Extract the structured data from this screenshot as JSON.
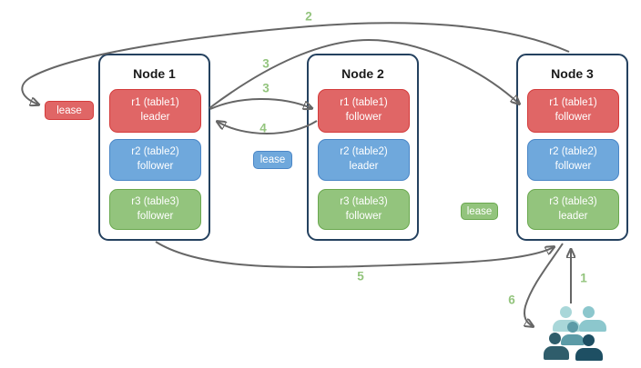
{
  "nodes": [
    {
      "title": "Node 1",
      "replicas": [
        {
          "range": "r1 (table1)",
          "role": "leader",
          "color_name": "red"
        },
        {
          "range": "r2 (table2)",
          "role": "follower",
          "color_name": "blue"
        },
        {
          "range": "r3 (table3)",
          "role": "follower",
          "color_name": "green"
        }
      ]
    },
    {
      "title": "Node 2",
      "replicas": [
        {
          "range": "r1 (table1)",
          "role": "follower",
          "color_name": "red"
        },
        {
          "range": "r2 (table2)",
          "role": "leader",
          "color_name": "blue"
        },
        {
          "range": "r3 (table3)",
          "role": "follower",
          "color_name": "green"
        }
      ]
    },
    {
      "title": "Node 3",
      "replicas": [
        {
          "range": "r1 (table1)",
          "role": "follower",
          "color_name": "red"
        },
        {
          "range": "r2 (table2)",
          "role": "follower",
          "color_name": "blue"
        },
        {
          "range": "r3 (table3)",
          "role": "leader",
          "color_name": "green"
        }
      ]
    }
  ],
  "leases": [
    {
      "label": "lease",
      "color_name": "red"
    },
    {
      "label": "lease",
      "color_name": "blue"
    },
    {
      "label": "lease",
      "color_name": "green"
    }
  ],
  "steps": {
    "s1": "1",
    "s2": "2",
    "s3a": "3",
    "s3b": "3",
    "s4": "4",
    "s5": "5",
    "s6": "6"
  },
  "colors": {
    "range_red_fill": "#E06666",
    "range_red_border": "#D43B3B",
    "range_blue_fill": "#6FA8DC",
    "range_blue_border": "#4A86C6",
    "range_green_fill": "#93C47D",
    "range_green_border": "#6AA84F",
    "node_border": "#24415F",
    "arrow": "#666666",
    "step_label": "#93C47D",
    "lease_text": "#FFFFFF"
  },
  "people_colors": {
    "top_left": "#A9D7D9",
    "top_right": "#8CC7CD",
    "middle": "#5C9BA7",
    "bottom_left": "#2F5D6B",
    "bottom_right": "#1E4F63"
  }
}
